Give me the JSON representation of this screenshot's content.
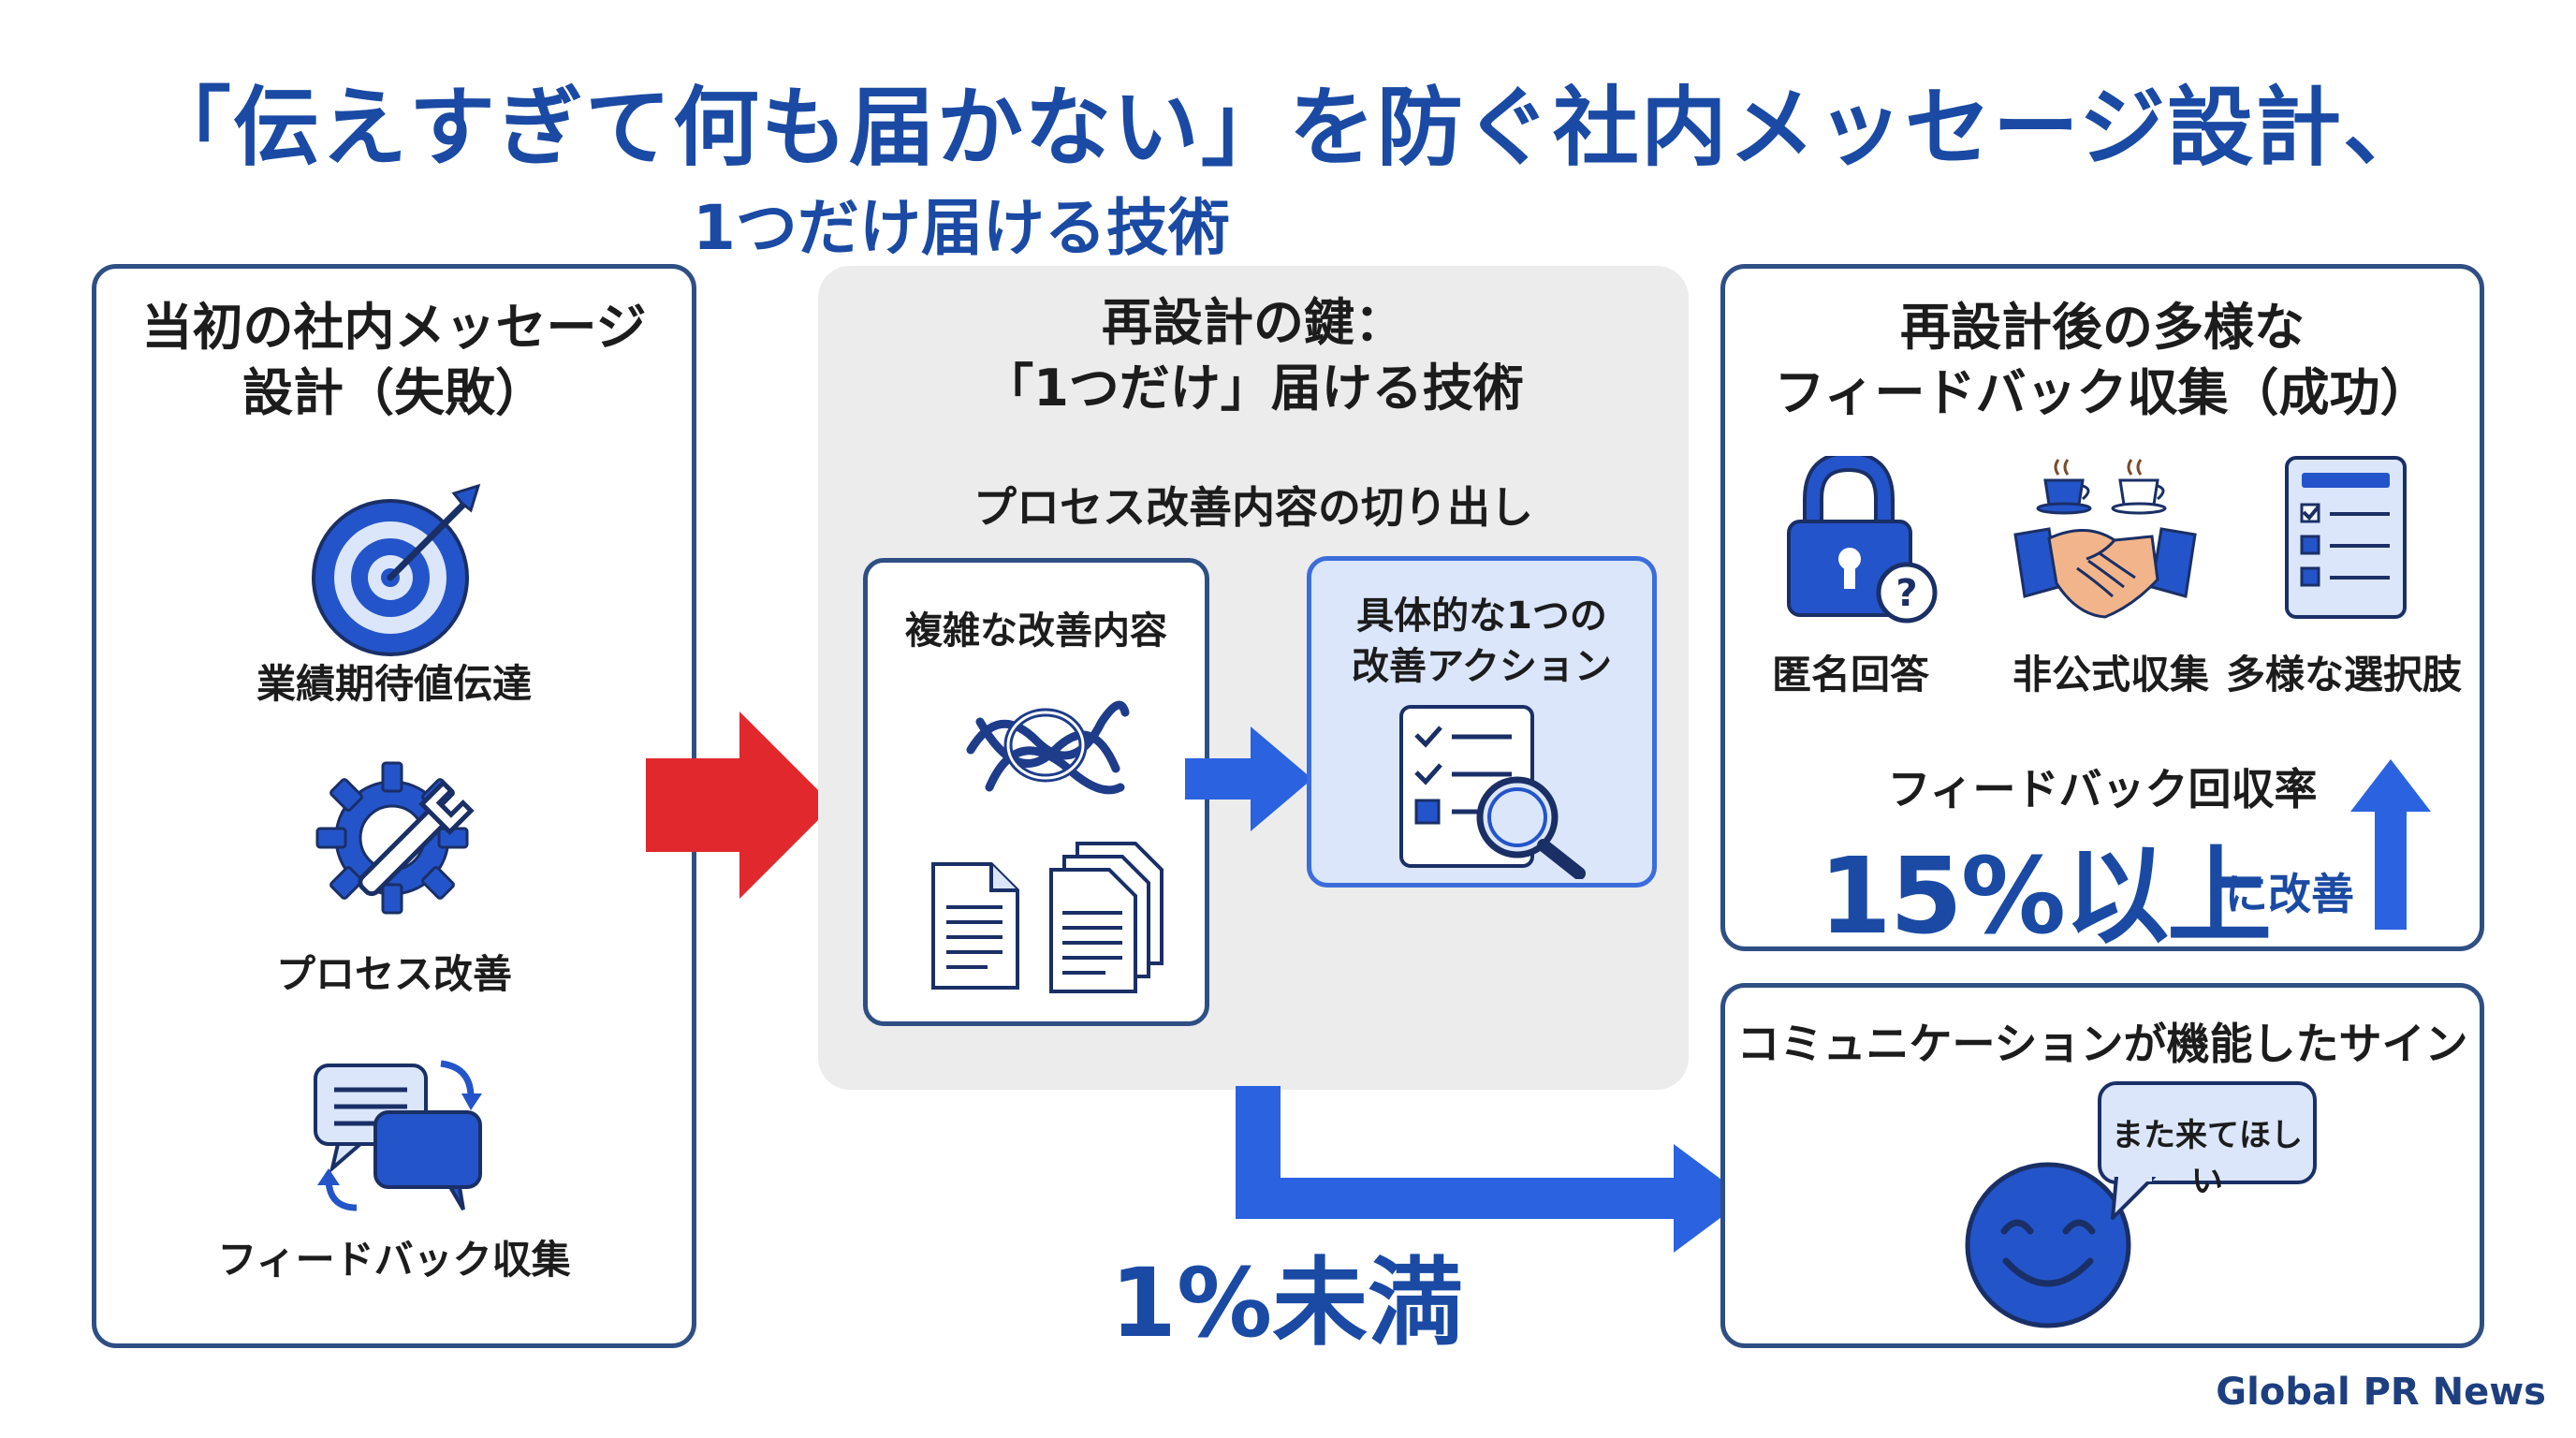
{
  "title": {
    "line1": "「伝えすぎて何も届かない」を防ぐ社内メッセージ設計、",
    "line2": "1つだけ届ける技術"
  },
  "left_panel": {
    "title_line1": "当初の社内メッセージ",
    "title_line2": "設計（失敗）",
    "items": [
      {
        "label": "業績期待値伝達",
        "icon": "target-icon"
      },
      {
        "label": "プロセス改善",
        "icon": "gear-wrench-icon"
      },
      {
        "label": "フィードバック収集",
        "icon": "chat-cycle-icon"
      }
    ]
  },
  "center_panel": {
    "title_line1": "再設計の鍵：",
    "title_line2": "「1つだけ」届ける技術",
    "subtitle": "プロセス改善内容の切り出し",
    "complex_box": {
      "title": "複雑な改善内容",
      "icons": [
        "tangle-icon",
        "document-icon",
        "document-stack-icon"
      ]
    },
    "action_box": {
      "title_line1": "具体的な1つの",
      "title_line2": "改善アクション",
      "icon": "checklist-magnifier-icon"
    }
  },
  "result_low": "1%未満",
  "right_top_panel": {
    "title_line1": "再設計後の多様な",
    "title_line2": "フィードバック収集（成功）",
    "items": [
      {
        "label": "匿名回答",
        "icon": "lock-question-icon"
      },
      {
        "label": "非公式収集",
        "icon": "coffee-handshake-icon"
      },
      {
        "label": "多様な選択肢",
        "icon": "form-list-icon"
      }
    ],
    "rate_label": "フィードバック回収率",
    "rate_value": "15%以上",
    "rate_suffix": "に改善"
  },
  "right_bottom_panel": {
    "title": "コミュニケーションが機能したサイン",
    "speech": "また来てほしい",
    "icon": "smiley-icon"
  },
  "brand": "Global PR News",
  "colors": {
    "primary_blue": "#1a4aa3",
    "arrow_blue": "#2a62e0",
    "icon_blue": "#2454c9",
    "alert_red": "#e0282d",
    "panel_border": "#2f4f84",
    "center_bg": "#ececec"
  }
}
